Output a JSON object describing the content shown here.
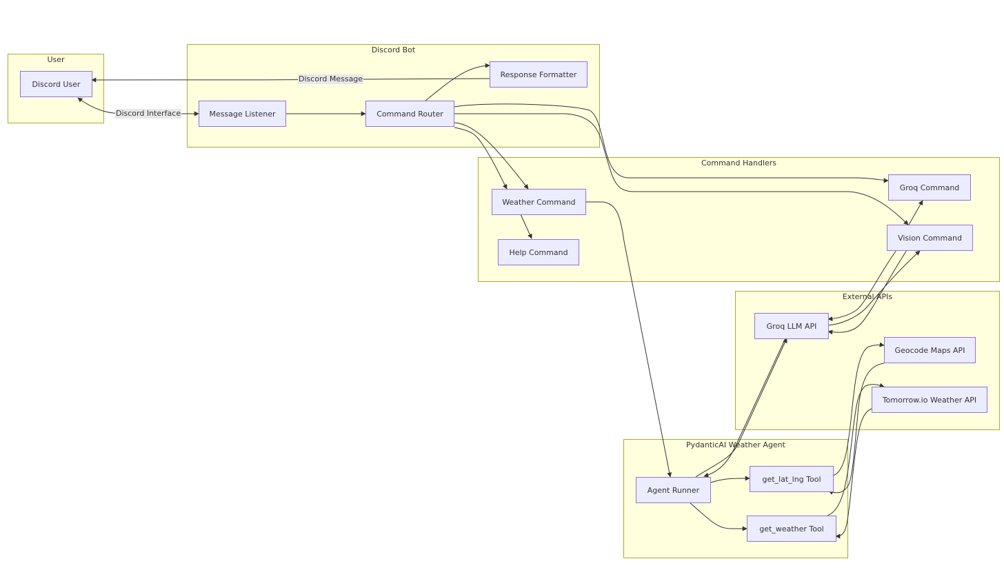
{
  "clusters": {
    "user": "User",
    "bot": "Discord Bot",
    "handlers": "Command Handlers",
    "external": "External APIs",
    "agent": "PydanticAI Weather Agent"
  },
  "nodes": {
    "discord_user": "Discord User",
    "message_listener": "Message Listener",
    "command_router": "Command Router",
    "response_formatter": "Response Formatter",
    "weather_command": "Weather Command",
    "help_command": "Help Command",
    "groq_command": "Groq Command",
    "vision_command": "Vision Command",
    "groq_llm_api": "Groq LLM API",
    "geocode_maps_api": "Geocode Maps API",
    "tomorrow_weather_api": "Tomorrow.io Weather API",
    "agent_runner": "Agent Runner",
    "get_lat_lng_tool": "get_lat_lng Tool",
    "get_weather_tool": "get_weather Tool"
  },
  "edge_labels": {
    "discord_message": "Discord Message",
    "discord_interface": "Discord Interface"
  }
}
